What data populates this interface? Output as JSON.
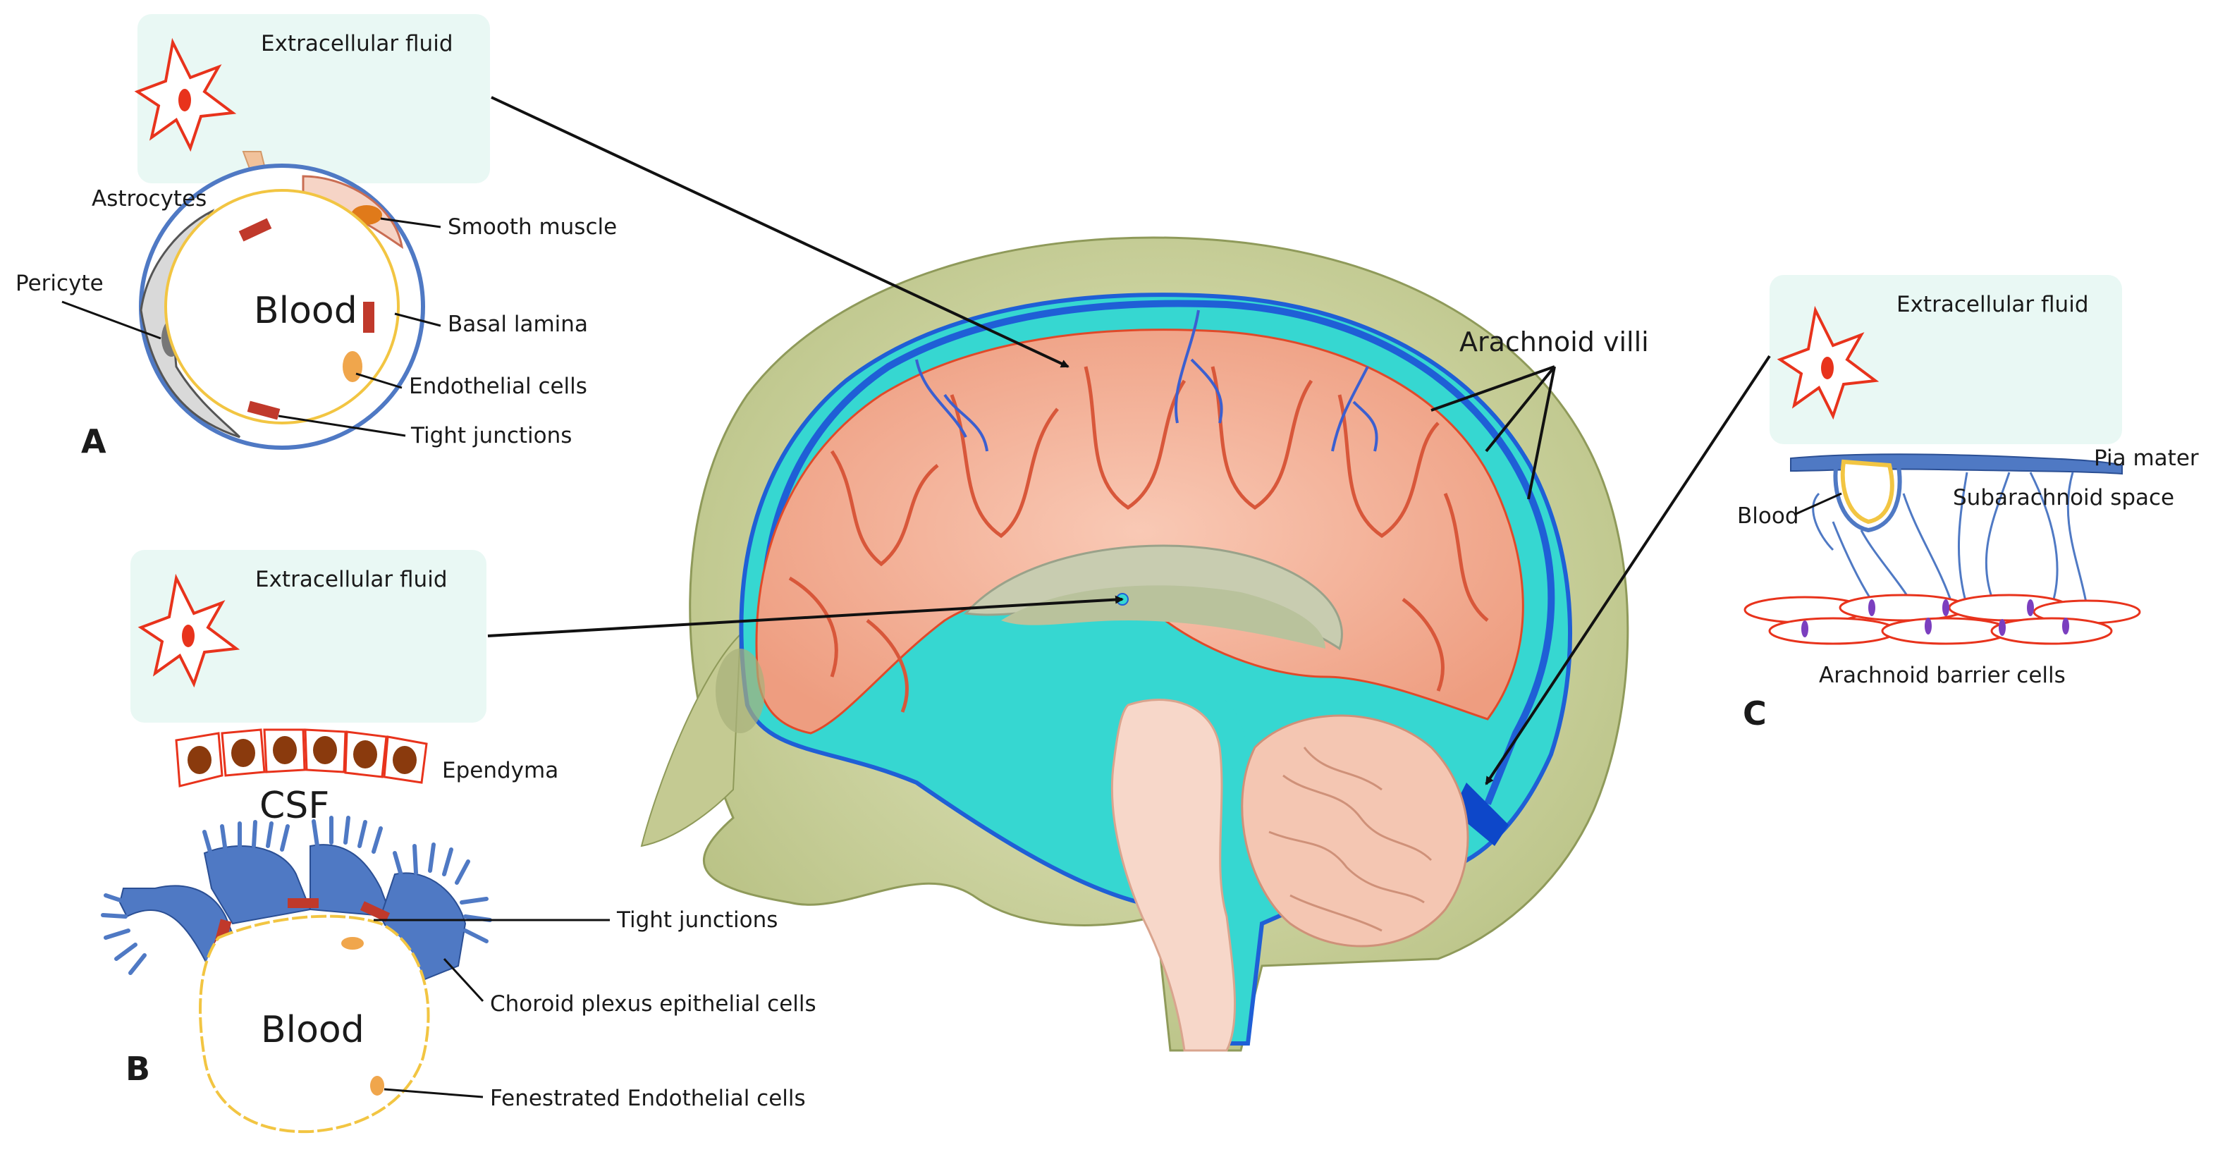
{
  "labels": {
    "panel_a": "A",
    "panel_b": "B",
    "panel_c": "C",
    "a_ecf": "Extracellular fluid",
    "a_astrocytes": "Astrocytes",
    "a_smooth_muscle": "Smooth muscle",
    "a_pericyte": "Pericyte",
    "a_blood": "Blood",
    "a_basal_lamina": "Basal lamina",
    "a_endothelial": "Endothelial cells",
    "a_tight_junctions": "Tight junctions",
    "b_ecf": "Extracellular fluid",
    "b_ependyma": "Ependyma",
    "b_csf": "CSF",
    "b_tight_junctions": "Tight junctions",
    "b_choroid": "Choroid plexus epithelial cells",
    "b_blood": "Blood",
    "b_fenestrated": "Fenestrated Endothelial cells",
    "c_ecf": "Extracellular fluid",
    "c_pia": "Pia mater",
    "c_blood": "Blood",
    "c_subarachnoid": "Subarachnoid space",
    "c_arachnoid_barrier": "Arachnoid barrier cells",
    "arachnoid_villi": "Arachnoid villi"
  },
  "colors": {
    "ecf_box": "#e9f8f4",
    "astrocyte_outline": "#e8331c",
    "csf": "#33d6d0",
    "brain_cortex": "#f2a98f",
    "vessel_blue": "#1f5fd6",
    "epithelium_blue": "#4f79c4",
    "endothelium_yellow": "#f2c542",
    "tight_junction_red": "#c0392b",
    "skull": "#c9cf9b"
  }
}
